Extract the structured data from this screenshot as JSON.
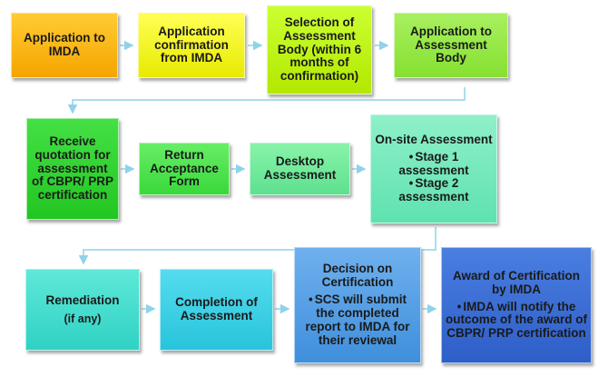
{
  "steps": [
    {
      "id": "s1",
      "title": "Application to IMDA"
    },
    {
      "id": "s2",
      "title": "Application confirmation from IMDA"
    },
    {
      "id": "s3",
      "title": "Selection of Assessment Body (within 6 months of confirmation)"
    },
    {
      "id": "s4",
      "title": "Application to Assessment Body"
    },
    {
      "id": "s5",
      "title": "Receive quotation for assessment of CBPR/ PRP certification"
    },
    {
      "id": "s6",
      "title": "Return Acceptance Form"
    },
    {
      "id": "s7",
      "title": "Desktop Assessment"
    },
    {
      "id": "s8",
      "title": "On-site Assessment",
      "bullets": [
        "Stage 1 assessment",
        "Stage 2 assessment"
      ]
    },
    {
      "id": "s9",
      "title": "Remediation",
      "subtitle": "(if any)"
    },
    {
      "id": "s10",
      "title": "Completion of Assessment"
    },
    {
      "id": "s11",
      "title": "Decision on Certification",
      "bullets": [
        "SCS will submit the completed report to IMDA for their reviewal"
      ]
    },
    {
      "id": "s12",
      "title": "Award of Certification by IMDA",
      "bullets": [
        "IMDA will notify the outcome of the award of CBPR/ PRP certification"
      ]
    }
  ],
  "colors": {
    "arrow": "#8fd3e8"
  }
}
